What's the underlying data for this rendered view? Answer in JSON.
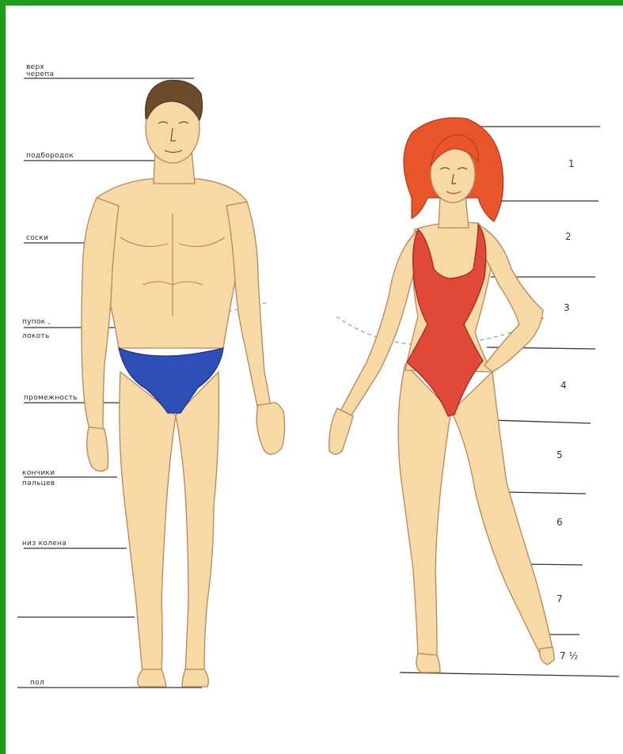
{
  "colors": {
    "frame": "#1c9b1c",
    "skin": "#f7d9a6",
    "male_briefs": "#2f4fb8",
    "female_swimsuit": "#e0483a",
    "female_hair": "#e8552a",
    "male_hair": "#6b4a2e"
  },
  "male_labels": {
    "top_of_skull_1": "верх",
    "top_of_skull_2": "черепа",
    "chin": "подбородок",
    "nipples": "соски",
    "navel_elbow_1": "пупок ,",
    "navel_elbow_2": "локоть",
    "crotch": "промежность",
    "fingertips_1": "кончики",
    "fingertips_2": "пальцев",
    "below_knee": "низ колена",
    "floor": "пол"
  },
  "female_scale": {
    "n1": "1",
    "n2": "2",
    "n3": "3",
    "n4": "4",
    "n5": "5",
    "n6": "6",
    "n7": "7",
    "n7half": "7 ½"
  }
}
